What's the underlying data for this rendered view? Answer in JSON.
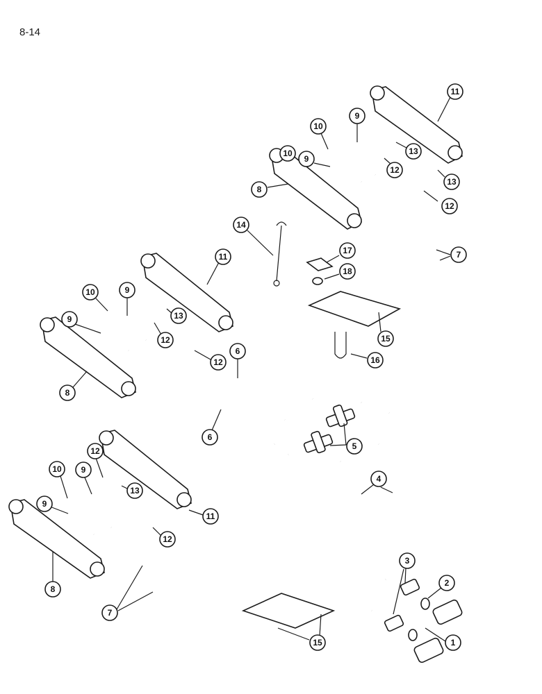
{
  "page": {
    "number": "8-14"
  },
  "callouts": {
    "top_right": [
      "11",
      "10",
      "9",
      "13",
      "12",
      "13",
      "12",
      "10",
      "9",
      "8",
      "7"
    ],
    "middle": [
      "14",
      "17",
      "18",
      "15",
      "16",
      "11",
      "10",
      "9",
      "9",
      "13",
      "12",
      "12",
      "6",
      "8",
      "6",
      "5"
    ],
    "lower": [
      "12",
      "10",
      "9",
      "13",
      "9",
      "11",
      "12",
      "8",
      "4",
      "3",
      "2",
      "7",
      "15",
      "1"
    ]
  },
  "colors": {
    "ink": "#1a1a1a",
    "paper": "#ffffff"
  }
}
